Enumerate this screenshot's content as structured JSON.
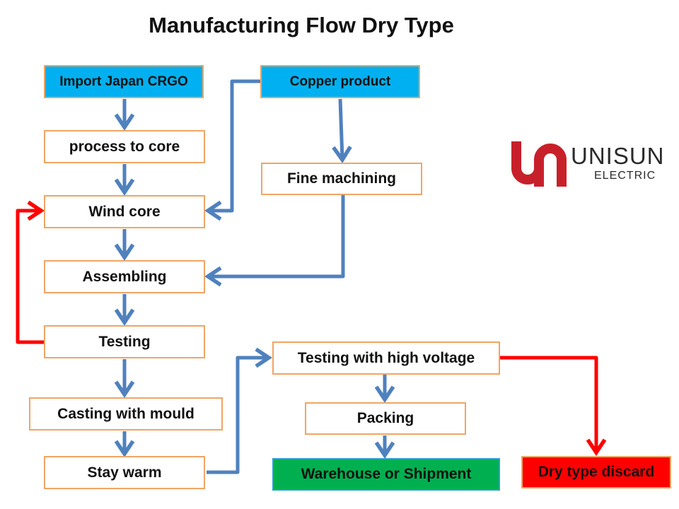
{
  "title": "Manufacturing Flow Dry Type",
  "nodes": {
    "import_crgo": "Import Japan CRGO",
    "copper_product": "Copper product",
    "process_core": "process  to core",
    "fine_machining": "Fine machining",
    "wind_core": "Wind core",
    "assembling": "Assembling",
    "testing": "Testing",
    "testing_hv": "Testing with high voltage",
    "casting": "Casting with mould",
    "packing": "Packing",
    "stay_warm": "Stay warm",
    "warehouse": "Warehouse or Shipment",
    "discard": "Dry type discard"
  },
  "logo": {
    "name": "UNISUN",
    "sub": "ELECTRIC"
  },
  "colors": {
    "flow_arrow": "#4f81bd",
    "reject_arrow": "#ff0000",
    "box_border": "#f0a565",
    "start_fill": "#00b0f0",
    "success_fill": "#00b050",
    "discard_fill": "#ff0000",
    "logo_red": "#c8202a"
  }
}
